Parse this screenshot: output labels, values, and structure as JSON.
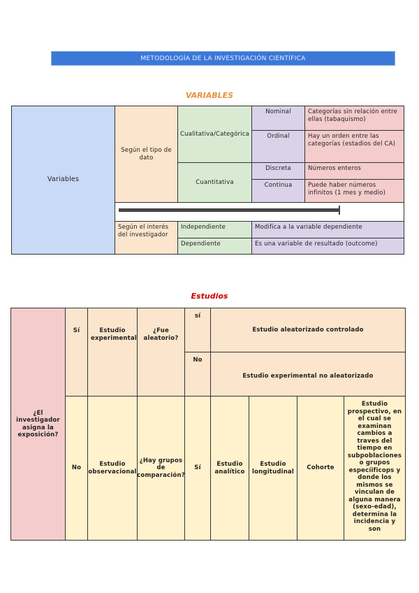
{
  "header": {
    "title": "METODOLOGÍA DE LA INVESTIGACIÓN CIENTÍFICA",
    "color": "#3c78d8"
  },
  "variables": {
    "section_title": "VARIABLES",
    "root": "Variables",
    "tipo_dato": {
      "label": "Según el tipo de dato",
      "groups": [
        {
          "label": "Cualitativa/Categórica",
          "items": [
            {
              "name": "Nominal",
              "desc": "Categorías sin relación entre ellas (tabaquismo)"
            },
            {
              "name": "Ordinal",
              "desc": "Hay un orden entre las categorías (estadios del CA)"
            }
          ]
        },
        {
          "label": "Cuantitativa",
          "items": [
            {
              "name": "Discreta",
              "desc": "Números enteros"
            },
            {
              "name": "Continua",
              "desc": "Puede haber números infinitos (1 mes  y medio)"
            }
          ]
        }
      ]
    },
    "interes": {
      "label": "Según el interés del investigador",
      "items": [
        {
          "name": "Independiente",
          "desc": "Modifica a la variable dependiente"
        },
        {
          "name": "Dependiente",
          "desc": "Es una variable de resultado (outcome)"
        }
      ]
    }
  },
  "estudios": {
    "section_title": "Estudios",
    "question": "¿El investigador asigna la exposición?",
    "si": {
      "answer": "Sí",
      "type": "Estudio experimental",
      "question": "¿Fue aleatorio?",
      "options": [
        {
          "answer": "sí",
          "result": "Estudio aleatorizado controlado"
        },
        {
          "answer": "No",
          "result": "Estudio experimental no aleatorizado"
        }
      ]
    },
    "no": {
      "answer": "No",
      "type": "Estudio observacional",
      "question": "¿Hay grupos de comparación?",
      "sub_answer": "Sí",
      "analytic": "Estudio analítico",
      "longitudinal": "Estudio longitudinal",
      "design": "Cohorte",
      "description": "Estudio prospectivo, en el cual se examinan cambios a traves del tiempo en subpoblaciones o grupos especíificops y donde los mismos se vinculan de alguna manera (sexo-edad), determina la incidencia  y son"
    }
  }
}
